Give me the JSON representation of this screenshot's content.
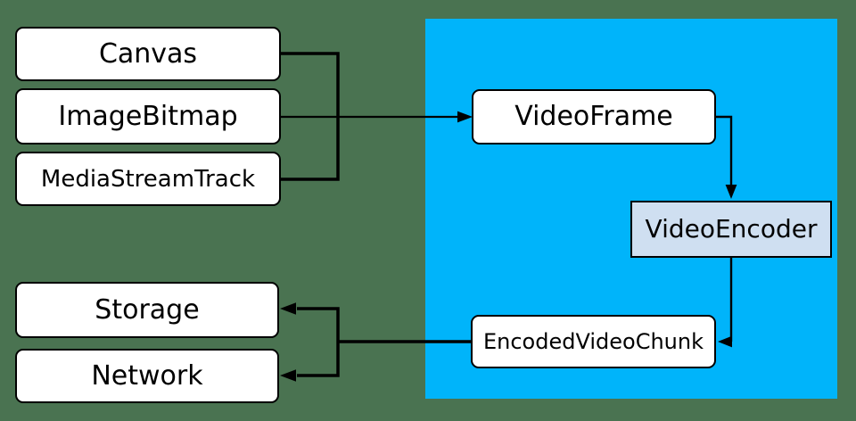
{
  "colors": {
    "background": "#4A7351",
    "region": "#00B4FA",
    "box_fill": "#FFFFFF",
    "encoder_fill": "#CFDFF1",
    "line": "#000000",
    "text": "#000000"
  },
  "diagram": {
    "source_nodes": [
      "Canvas",
      "ImageBitmap",
      "MediaStreamTrack"
    ],
    "processing_nodes": [
      "VideoFrame",
      "VideoEncoder",
      "EncodedVideoChunk"
    ],
    "sink_nodes": [
      "Storage",
      "Network"
    ],
    "edges": [
      {
        "from": "Canvas",
        "to": "VideoFrame"
      },
      {
        "from": "ImageBitmap",
        "to": "VideoFrame"
      },
      {
        "from": "MediaStreamTrack",
        "to": "VideoFrame"
      },
      {
        "from": "VideoFrame",
        "to": "VideoEncoder"
      },
      {
        "from": "VideoEncoder",
        "to": "EncodedVideoChunk"
      },
      {
        "from": "EncodedVideoChunk",
        "to": "Storage"
      },
      {
        "from": "EncodedVideoChunk",
        "to": "Network"
      }
    ]
  }
}
